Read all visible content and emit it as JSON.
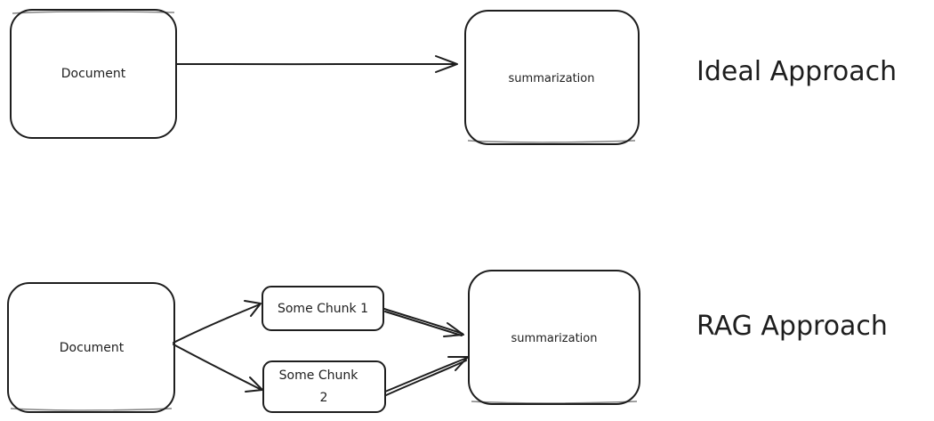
{
  "ideal": {
    "document_label": "Document",
    "summarization_label": "summarization",
    "heading": "Ideal Approach"
  },
  "rag": {
    "document_label": "Document",
    "chunk1_label": "Some Chunk 1",
    "chunk2_line1": "Some Chunk",
    "chunk2_line2": "2",
    "summarization_label": "summarization",
    "heading": "RAG Approach"
  }
}
